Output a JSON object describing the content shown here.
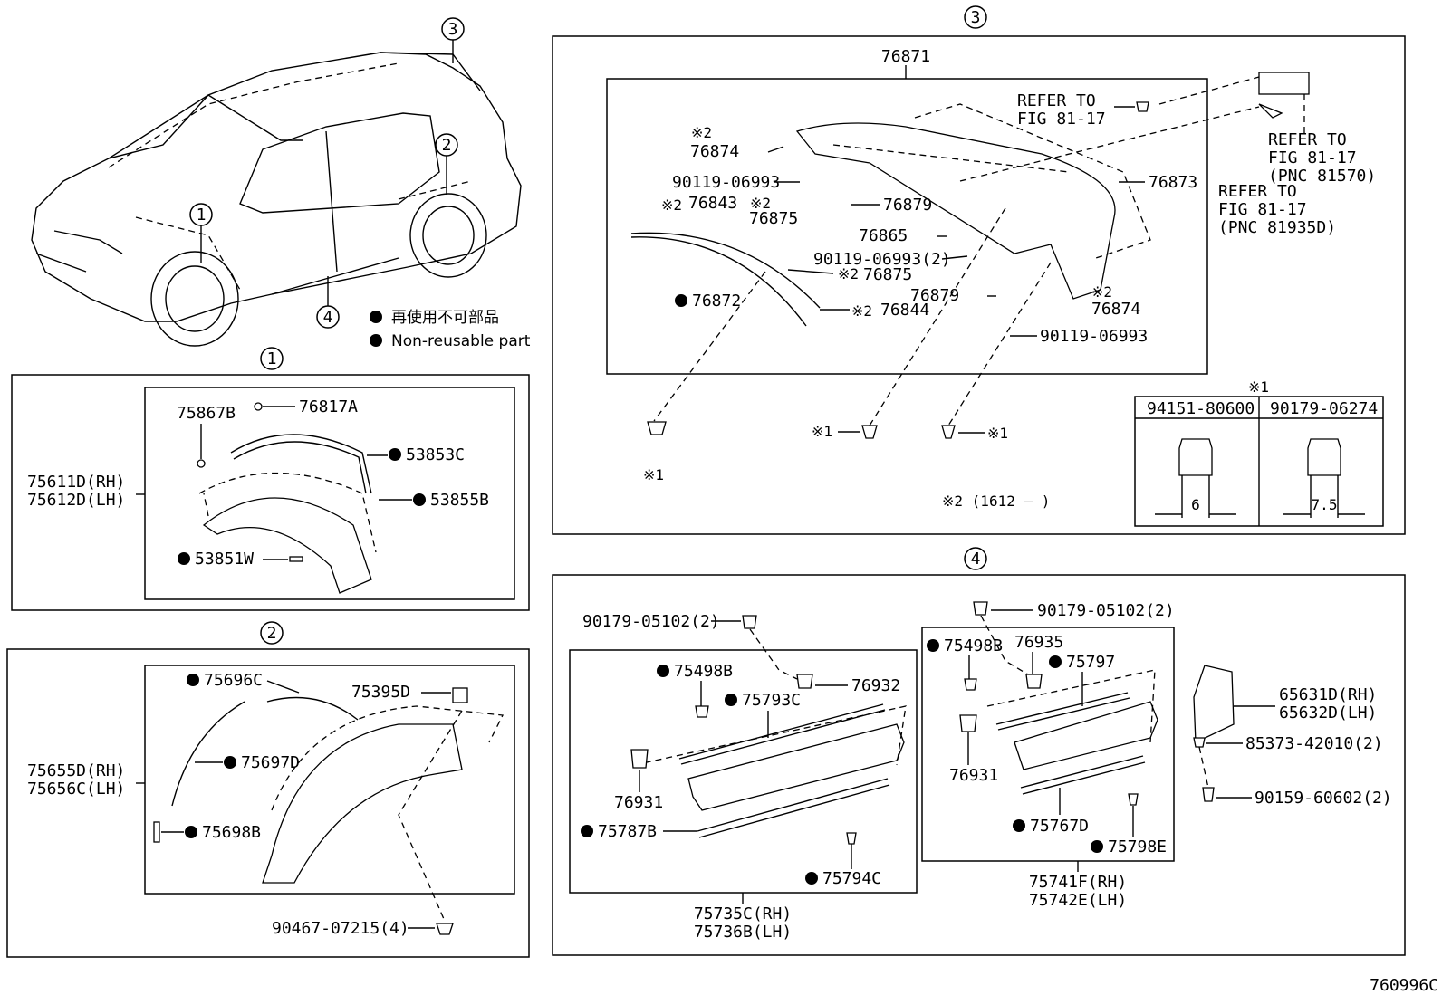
{
  "diagram_id": "760996C",
  "legend": {
    "jp": "再使用不可部品",
    "en": "Non-reusable part"
  },
  "callouts": [
    "1",
    "2",
    "3",
    "4"
  ],
  "section1": {
    "assembly": [
      "75611D(RH)",
      "75612D(LH)"
    ],
    "parts": [
      "75867B",
      "76817A",
      "53853C",
      "53855B",
      "53851W"
    ]
  },
  "section2": {
    "assembly": [
      "75655D(RH)",
      "75656C(LH)"
    ],
    "parts": [
      "75696C",
      "75395D",
      "75697D",
      "75698B",
      "90467-07215(4)"
    ]
  },
  "section3": {
    "assembly": "76871",
    "refer1": [
      "REFER TO",
      "FIG 81-17"
    ],
    "refer2": [
      "REFER TO",
      "FIG 81-17",
      "(PNC 81570)"
    ],
    "refer3": [
      "REFER TO",
      "FIG 81-17",
      "(PNC 81935D)"
    ],
    "note_mark1": "※1",
    "note_mark2": "※2",
    "parts": [
      "76874",
      "90119-06993",
      "76843",
      "76875",
      "76879",
      "76873",
      "76865",
      "90119-06993(2)",
      "76875",
      "76879",
      "76874",
      "76872",
      "76844",
      "90119-06993"
    ],
    "footnote": "※2 (1612 –    )",
    "table": {
      "header_mark": "※1",
      "cols": [
        "94151-80600",
        "90179-06274"
      ],
      "dims": [
        "6",
        "7.5"
      ]
    }
  },
  "section4": {
    "left_group": [
      "90179-05102(2)",
      "75498B",
      "76932",
      "75793C",
      "76931",
      "75787B",
      "75794C"
    ],
    "left_assembly": [
      "75735C(RH)",
      "75736B(LH)"
    ],
    "mid_group": [
      "90179-05102(2)",
      "75498B",
      "76935",
      "75797",
      "76931",
      "75767D",
      "75798E"
    ],
    "mid_assembly": [
      "75741F(RH)",
      "75742E(LH)"
    ],
    "right_group": [
      "65631D(RH)",
      "65632D(LH)",
      "85373-42010(2)",
      "90159-60602(2)"
    ]
  }
}
